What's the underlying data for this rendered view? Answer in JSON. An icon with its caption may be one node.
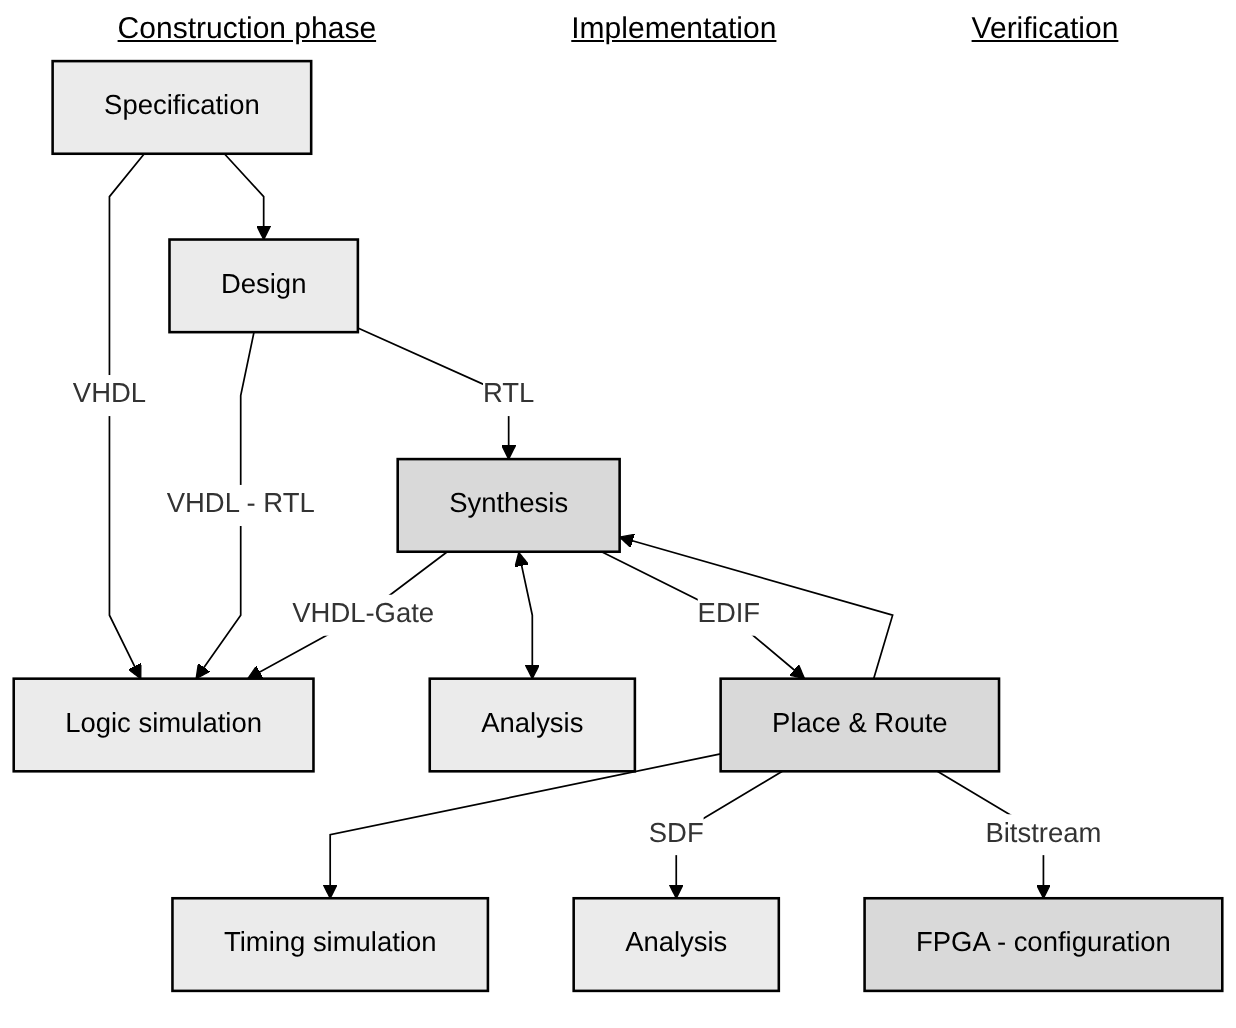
{
  "diagram": {
    "nodes": [
      {
        "text": [
          "Specification"
        ]
      },
      {
        "text": [
          "Logic simulation"
        ]
      },
      {
        "text": [
          "Design"
        ]
      },
      {
        "text": [
          "Synthesis"
        ]
      },
      {
        "text": [
          "Analysis"
        ]
      },
      {
        "text": [
          "Place & Route"
        ]
      },
      {
        "text": [
          "Timing simulation"
        ]
      },
      {
        "text": [
          "Analysis"
        ]
      },
      {
        "text": [
          "FPGA - configuration"
        ]
      }
    ],
    "edges": [
      {
        "from": 0,
        "to": 1,
        "label": "VHDL",
        "arrow": "to"
      },
      {
        "from": 0,
        "to": 2,
        "arrow": "to"
      },
      {
        "from": 2,
        "to": 1,
        "label": "VHDL - RTL",
        "arrow": "to"
      },
      {
        "from": 2,
        "to": 3,
        "label": "RTL",
        "arrow": "to"
      },
      {
        "from": 3,
        "to": 1,
        "label": "VHDL-Gate",
        "arrow": "to"
      },
      {
        "from": 3,
        "to": 4,
        "arrow": "both"
      },
      {
        "from": 3,
        "to": 5,
        "label": "EDIF",
        "arrow": "to"
      },
      {
        "from": 5,
        "to": 3,
        "arrow": "to"
      },
      {
        "from": 5,
        "to": 6,
        "arrow": "to"
      },
      {
        "from": 5,
        "to": 7,
        "label": "SDF",
        "arrow": "to"
      },
      {
        "from": 5,
        "to": 8,
        "label": "Bitstream",
        "arrow": "to"
      }
    ],
    "labels": [
      "Construction phase",
      "Implementation",
      "Verification"
    ]
  }
}
